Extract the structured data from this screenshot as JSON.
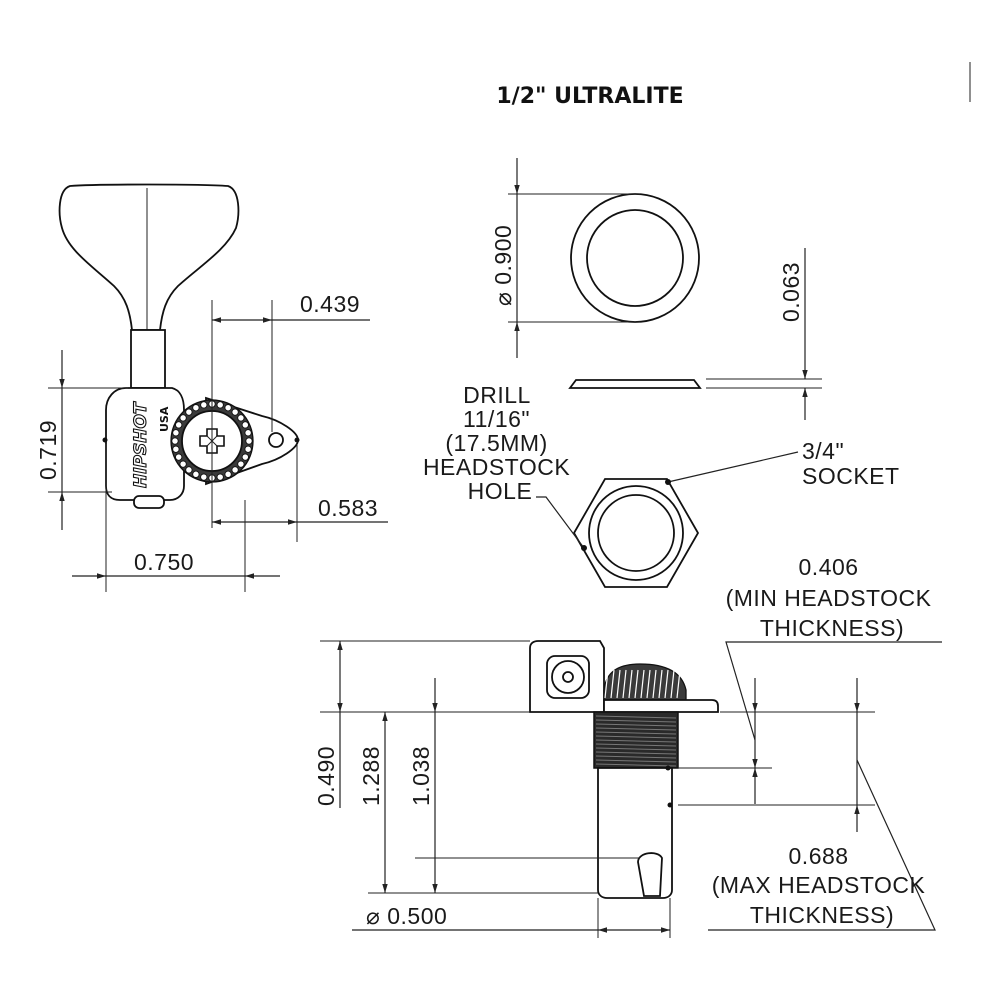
{
  "title": "1/2\" ULTRALITE",
  "front_view": {
    "dim_width": "0.750",
    "dim_height": "0.719",
    "dim_post_offset": "0.439",
    "dim_ear_offset": "0.583",
    "brand_logo": "HIPSHOT",
    "brand_country": "USA"
  },
  "washer": {
    "dim_diameter": "⌀ 0.900",
    "dim_thickness": "0.063"
  },
  "bushing": {
    "drill_note_lines": [
      "DRILL",
      "11/16\"",
      "(17.5MM)",
      "HEADSTOCK",
      "HOLE"
    ],
    "socket_note_lines": [
      "3/4\"",
      "SOCKET"
    ]
  },
  "side_view": {
    "dim_head_height": "0.490",
    "dim_total_height": "1.288",
    "dim_post_height": "1.038",
    "dim_post_diameter": "⌀ 0.500",
    "min_headstock_lines": [
      "0.406",
      "(MIN HEADSTOCK",
      "THICKNESS)"
    ],
    "max_headstock_lines": [
      "0.688",
      "(MAX HEADSTOCK",
      "THICKNESS)"
    ]
  }
}
